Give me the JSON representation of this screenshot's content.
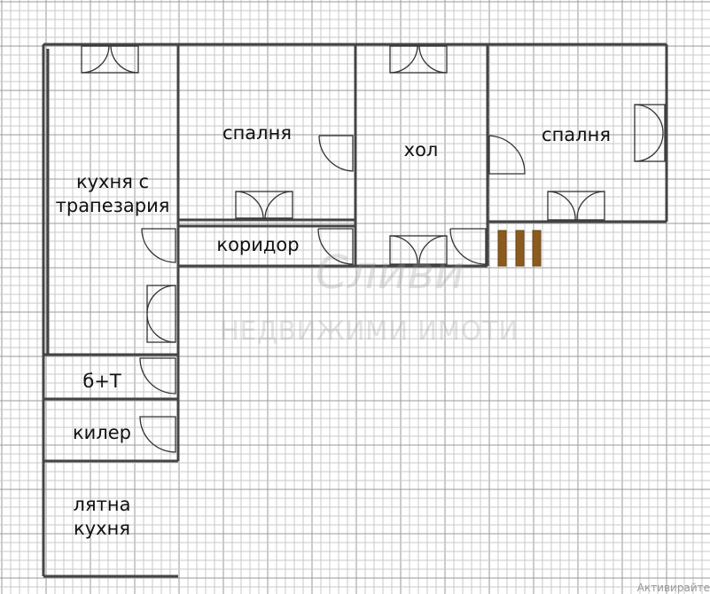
{
  "rooms": {
    "kitchen_line1": "кухня с",
    "kitchen_line2": "трапезария",
    "bedroom_left": "спалня",
    "hall": "хол",
    "bedroom_right": "спалня",
    "corridor": "коридор",
    "bathroom": "б+Т",
    "storage": "килер",
    "summer_kitchen_line1": "лятна",
    "summer_kitchen_line2": "кухня"
  },
  "watermark": {
    "logo": "Сливи",
    "subtitle": "НЕДВИЖИМИ ИМОТИ"
  },
  "footer": {
    "activate": "Активирайте"
  },
  "colors": {
    "wall": "#444444",
    "stairs": "#8b5a1f",
    "grid_minor": "#c8c8c8",
    "grid_major": "#9a9a9a"
  }
}
